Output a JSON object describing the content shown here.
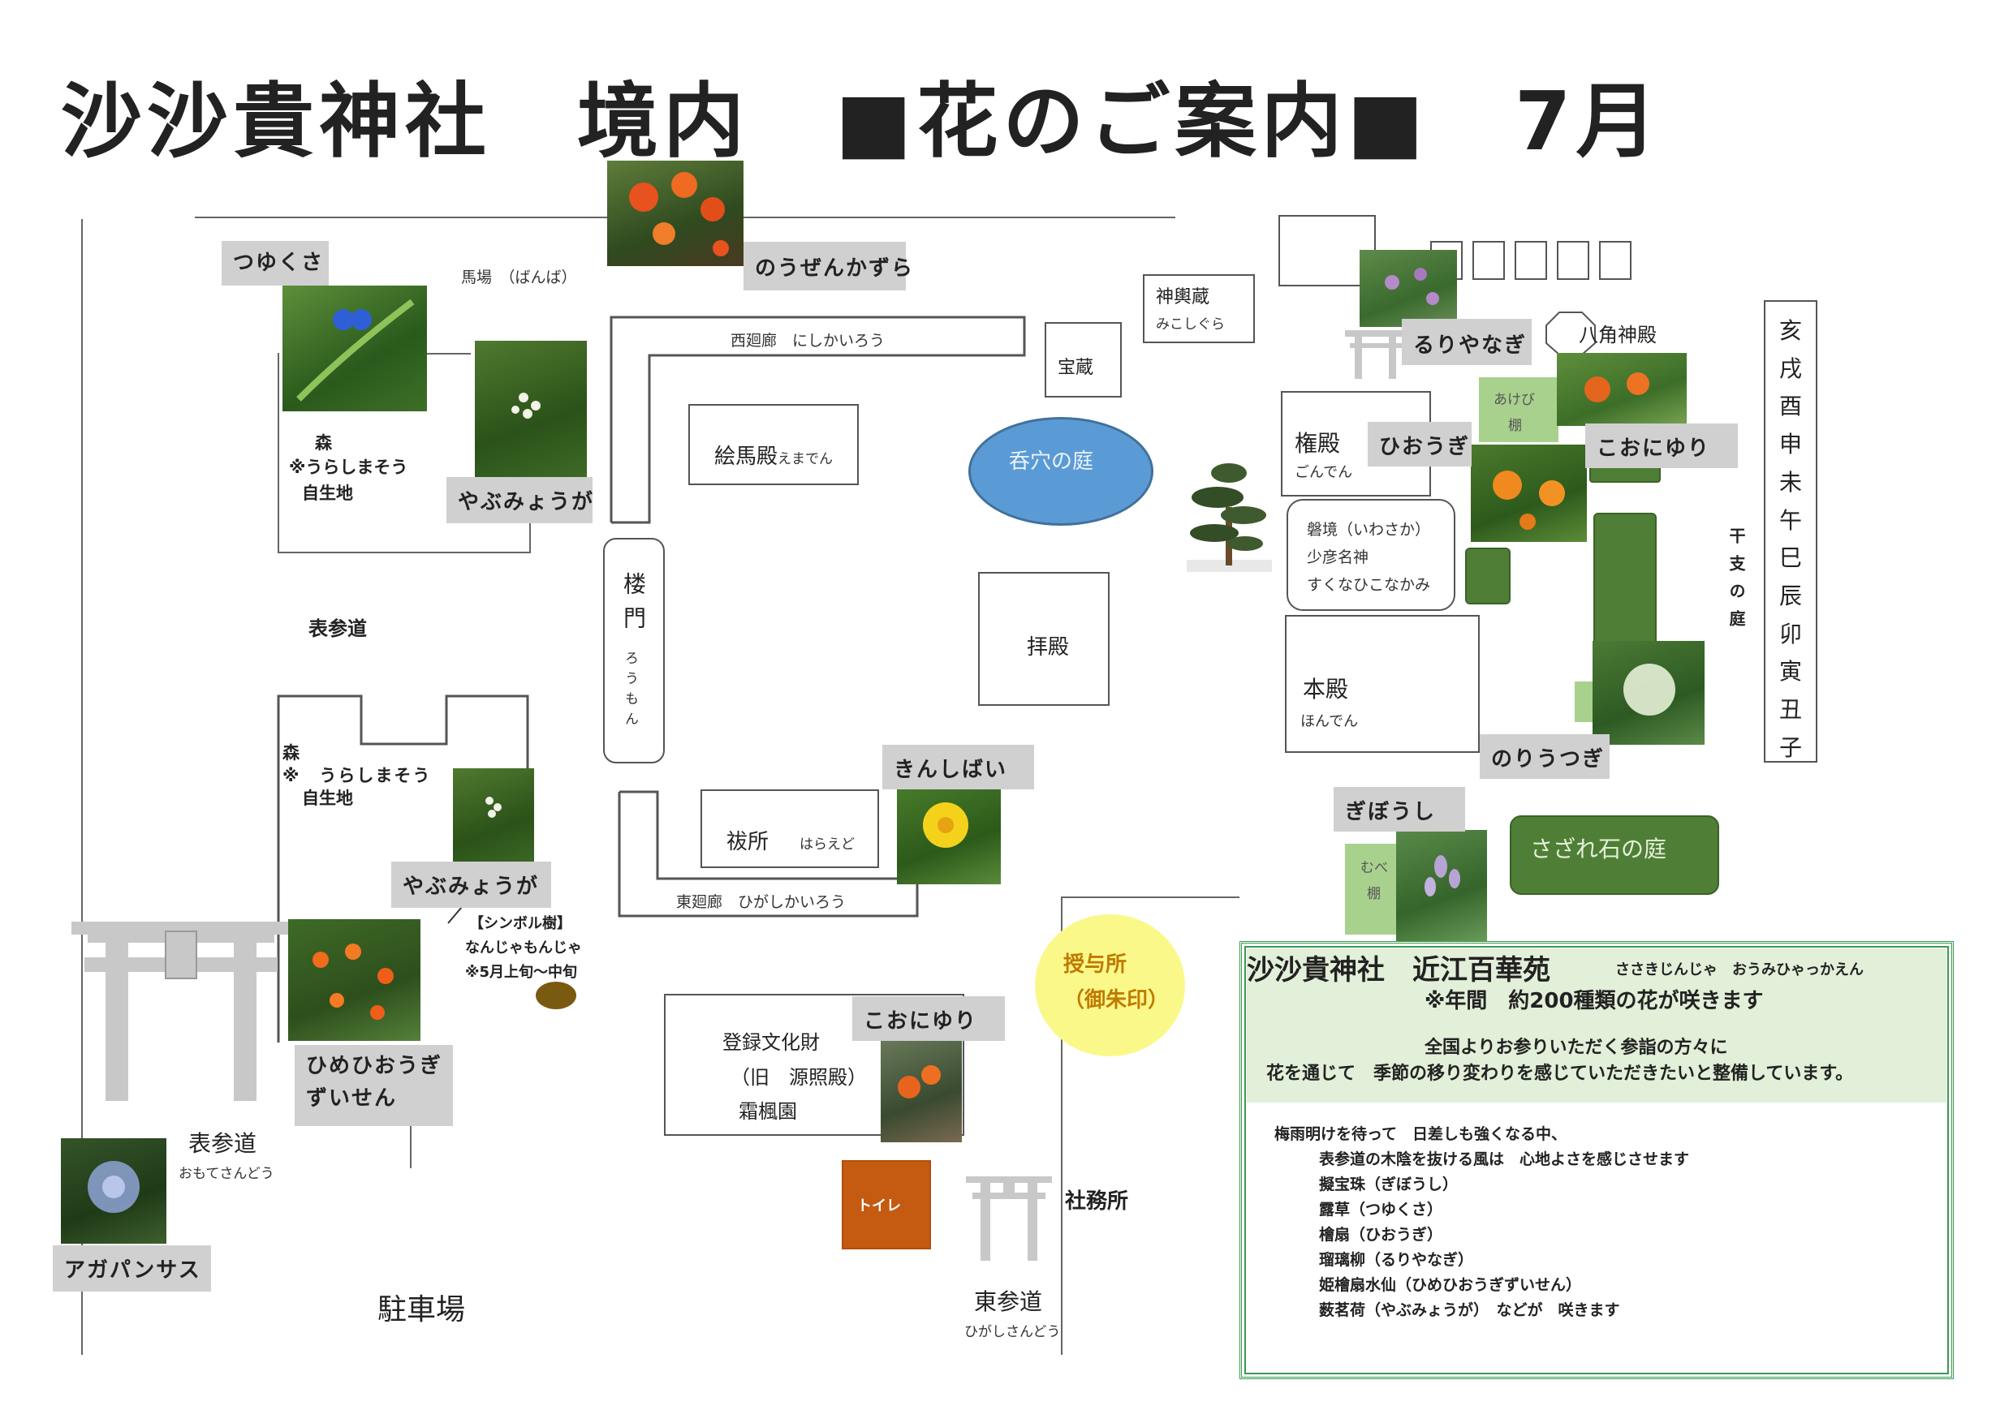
{
  "title": "沙沙貴神社　境内　■花のご案内■　7月",
  "areas": {
    "baba": "馬場　（ばんば）",
    "nishikairo": "西廻廊　にしかいろう",
    "higashikairo": "東廻廊　ひがしかいろう",
    "emaden": "絵馬殿",
    "emaden_reading": "えまでん",
    "houzou": "宝蔵",
    "mikoshigura": "神輿蔵",
    "mikoshigura_reading": "みこしぐら",
    "donketsu": "呑穴の庭",
    "haiden": "拝殿",
    "haraedo": "祓所",
    "haraedo_reading": "はらえど",
    "roumon": "楼門",
    "roumon_reading": "ろうもん",
    "gonden": "権殿",
    "gonden_reading": "ごんでん",
    "iwasaka_1": "磐境（いわさか）",
    "iwasaka_2": "少彦名神",
    "iwasaka_3": "すくなひこなかみ",
    "honden": "本殿",
    "honden_reading": "ほんでん",
    "hakkaku": "八角神殿",
    "akebi": "あけび",
    "akebi_shelf": "棚",
    "mube": "むべ",
    "mube_shelf": "棚",
    "eto_garden": "干支の庭",
    "sazare": "さざれ石の庭",
    "toroku_1": "登録文化財",
    "toroku_2": "（旧　源照殿）",
    "toroku_3": "霜楓園",
    "toilet": "トイレ",
    "juyosho_1": "授与所",
    "juyosho_2": "（御朱印）",
    "shamusho": "社務所",
    "higashisando": "東参道",
    "higashisando_reading": "ひがしさんどう",
    "omotesando": "表参道",
    "omotesando_reading": "おもてさんどう",
    "omotesando_path": "表参道",
    "parking": "駐車場",
    "mori1_1": "森",
    "mori1_2": "※うらしまそう",
    "mori1_3": "自生地",
    "mori2_1": "森",
    "mori2_2": "※　うらしまそう",
    "mori2_3": "自生地",
    "symbol_1": "【シンボル樹】",
    "symbol_2": "なんじゃもんじゃ",
    "symbol_3": "※5月上旬～中旬"
  },
  "zodiac": [
    "亥",
    "戌",
    "酉",
    "申",
    "未",
    "午",
    "巳",
    "辰",
    "卯",
    "寅",
    "丑",
    "子"
  ],
  "flowers": {
    "tsuyukusa": "つゆくさ",
    "nouzenkazura": "のうぜんかずら",
    "yabumyouga1": "やぶみょうが",
    "yabumyouga2": "やぶみょうが",
    "himehiougi_1": "ひめひおうぎ",
    "himehiougi_2": "ずいせん",
    "agapanthus": "アガパンサス",
    "kinshibai": "きんしばい",
    "koonyuri1": "こおにゆり",
    "koonyuri2": "こおにゆり",
    "ruriyanagi": "るりやなぎ",
    "hiougi": "ひおうぎ",
    "noriutsugi": "のりうつぎ",
    "giboushi": "ぎぼうし"
  },
  "info": {
    "heading": "沙沙貴神社　近江百華苑",
    "heading_reading": "ささきじんじゃ　おうみひゃっかえん",
    "sub": "※年間　約200種類の花が咲きます",
    "line1": "全国よりお参りいただく参詣の方々に",
    "line2": "花を通じて　季節の移り変わりを感じていただきたいと整備しています。",
    "body": [
      "梅雨明けを待って　日差しも強くなる中、",
      "表参道の木陰を抜ける風は　心地よさを感じさせます",
      "擬宝珠（ぎぼうし）",
      "露草（つゆくさ）",
      "檜扇（ひおうぎ）",
      "瑠璃柳（るりやなぎ）",
      "姫檜扇水仙（ひめひおうぎずいせん）",
      "薮茗荷（やぶみょうが）　などが　咲きます"
    ]
  },
  "colors": {
    "pond": "#5b9bd5",
    "garden": "#4f7f36",
    "light_green": "#a9d18e",
    "info_header": "#e2efd9",
    "info_border": "#3a9a4f",
    "juyosho": "#fbf88a",
    "toilet": "#c55a11",
    "tag_bg": "#d0d0d0",
    "torii": "#c8c8c8"
  },
  "icons": [
    "torii-gate-icon",
    "pine-tree-icon",
    "flower-photo-icon"
  ]
}
